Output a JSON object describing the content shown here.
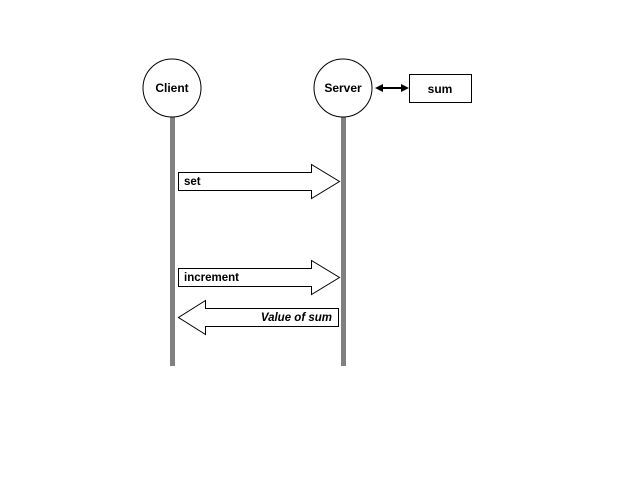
{
  "participants": {
    "client": "Client",
    "server": "Server"
  },
  "state_box": {
    "label": "sum"
  },
  "messages": [
    {
      "label": "set",
      "direction": "client-to-server"
    },
    {
      "label": "increment",
      "direction": "client-to-server"
    },
    {
      "label": "Value of sum",
      "direction": "server-to-client"
    }
  ],
  "colors": {
    "lifeline": "#808080",
    "stroke": "#000000",
    "fill": "#ffffff"
  }
}
